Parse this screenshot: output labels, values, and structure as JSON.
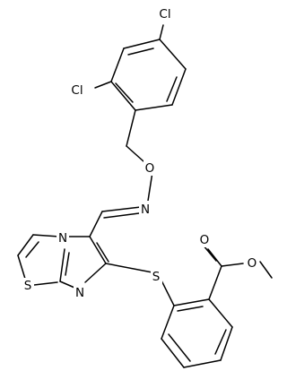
{
  "atoms": {
    "cl_top": "Cl",
    "cl_left": "Cl",
    "o_ether": "O",
    "n_oxime": "N",
    "n_bridge": "N",
    "n_ring": "N",
    "s_thiazole": "S",
    "s_thioether": "S",
    "o_carbonyl": "O",
    "o_ester": "O"
  }
}
